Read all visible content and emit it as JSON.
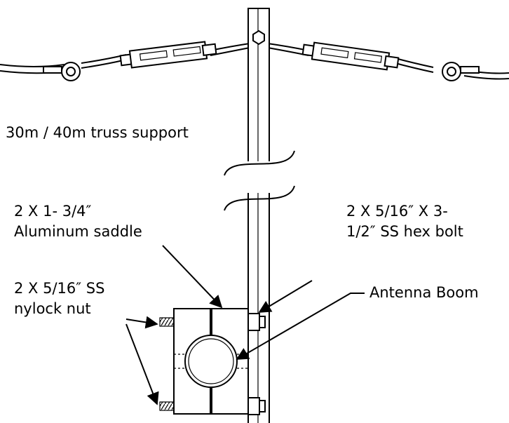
{
  "diagram": {
    "labels": {
      "truss_support": "30m / 40m truss support",
      "saddle_line1": "2 X 1- 3/4″",
      "saddle_line2": "Aluminum saddle",
      "hexbolt_line1": "2 X 5/16″ X 3-",
      "hexbolt_line2": "1/2″ SS hex bolt",
      "nut_line1": "2 X 5/16″ SS",
      "nut_line2": "nylock nut",
      "boom": "Antenna Boom"
    }
  }
}
